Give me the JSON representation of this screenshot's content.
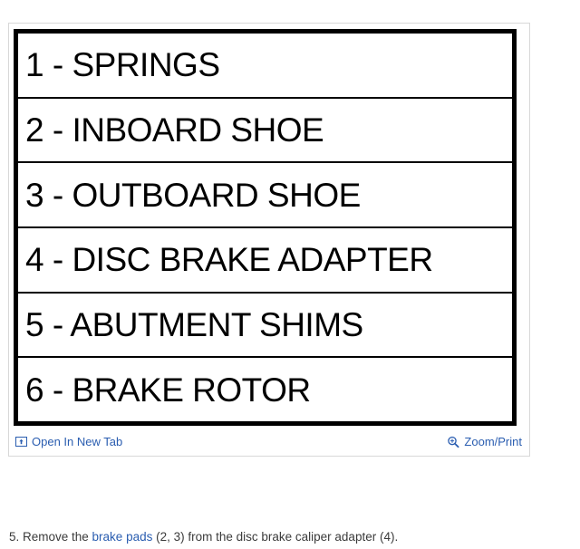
{
  "viewer": {
    "figure": {
      "name": "brake-assembly-legend",
      "rows": [
        {
          "number": "1",
          "label": "SPRINGS",
          "text": "1 - SPRINGS"
        },
        {
          "number": "2",
          "label": "INBOARD SHOE",
          "text": "2 - INBOARD SHOE"
        },
        {
          "number": "3",
          "label": "OUTBOARD SHOE",
          "text": "3 - OUTBOARD SHOE"
        },
        {
          "number": "4",
          "label": "DISC BRAKE ADAPTER",
          "text": "4 - DISC BRAKE ADAPTER"
        },
        {
          "number": "5",
          "label": "ABUTMENT SHIMS",
          "text": "5 - ABUTMENT SHIMS"
        },
        {
          "number": "6",
          "label": "BRAKE ROTOR",
          "text": "6 - BRAKE ROTOR"
        }
      ]
    },
    "toolbar": {
      "open_in_new_tab": {
        "label": "Open In New Tab",
        "icon": "external-link-icon"
      },
      "zoom_print": {
        "label": "Zoom/Print",
        "icon": "magnifier-plus-icon"
      },
      "link_color": "#2a5db0"
    },
    "border_color": "#d8d8d8",
    "figure_border_color": "#000000"
  },
  "caption": {
    "prefix": "5. Remove the ",
    "link_text": "brake pads",
    "suffix": " (2, 3) from the disc brake caliper adapter (4).",
    "full_text": "5. Remove the brake pads (2, 3) from the disc brake caliper adapter (4).",
    "text_color": "#3b3b3b",
    "link_color": "#2a5db0"
  }
}
